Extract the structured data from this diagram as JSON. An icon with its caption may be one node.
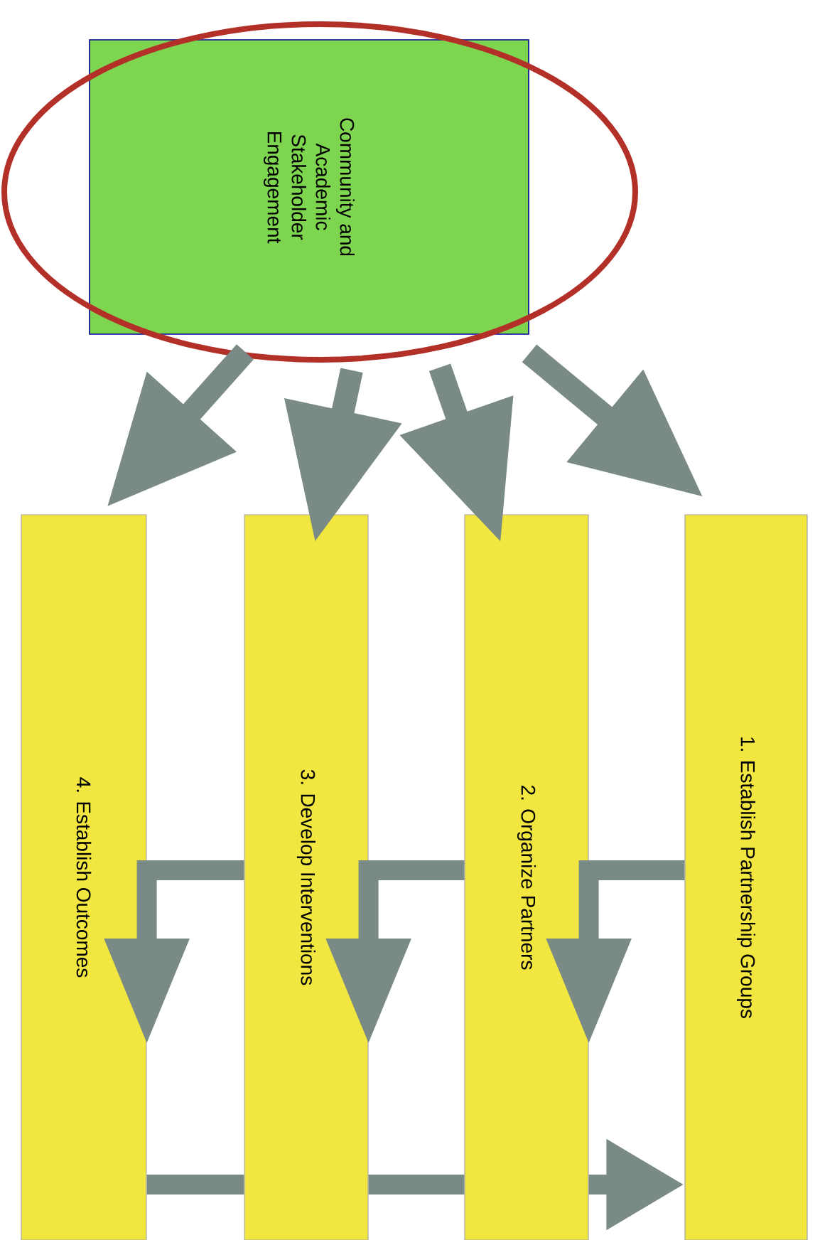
{
  "diagram": {
    "nodes": [
      {
        "text": [
          "Community and Academic Stakeholder Engagement"
        ]
      },
      {
        "text": [
          "1. Establish Partnership Groups"
        ]
      },
      {
        "text": [
          "2. Organize Partners"
        ]
      },
      {
        "text": [
          "3. Develop Interventions"
        ]
      },
      {
        "text": [
          "4. Establish Outcomes"
        ]
      }
    ],
    "edges": [
      {
        "from": 0,
        "to": 4,
        "arrow": "to"
      },
      {
        "from": 0,
        "to": 3,
        "arrow": "to"
      },
      {
        "from": 0,
        "to": 2,
        "arrow": "to"
      },
      {
        "from": 0,
        "to": 1,
        "arrow": "to"
      },
      {
        "from": 1,
        "to": 2,
        "arrow": "to"
      },
      {
        "from": 2,
        "to": 3,
        "arrow": "to"
      },
      {
        "from": 3,
        "to": 4,
        "arrow": "to"
      },
      {
        "from": 4,
        "to": 3,
        "arrow": "none"
      },
      {
        "from": 3,
        "to": 2,
        "arrow": "none"
      },
      {
        "from": 2,
        "to": 1,
        "arrow": "to"
      }
    ]
  }
}
